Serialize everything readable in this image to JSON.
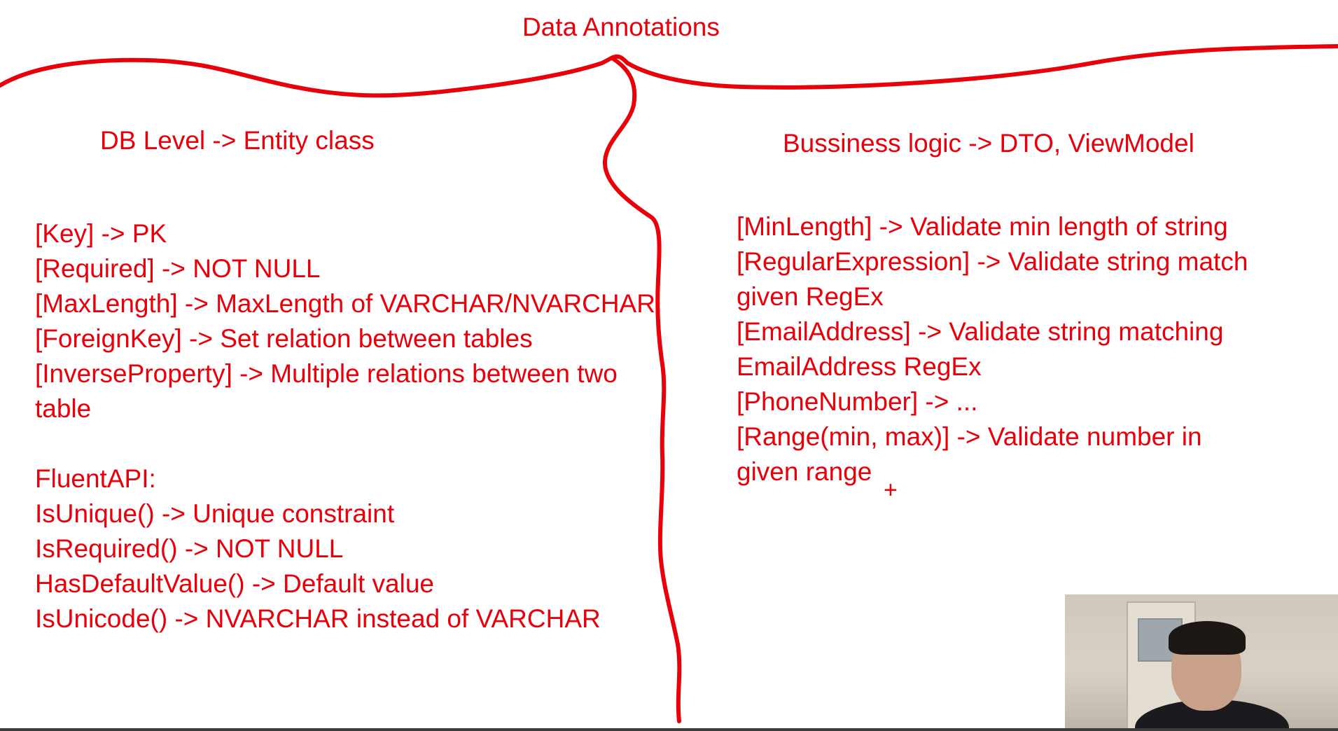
{
  "title": "Data Annotations",
  "left_heading": "DB Level -> Entity class",
  "right_heading": "Bussiness logic -> DTO, ViewModel",
  "left_lines": [
    "[Key] -> PK",
    "[Required] -> NOT NULL",
    "[MaxLength] -> MaxLength of VARCHAR/NVARCHAR",
    "[ForeignKey] -> Set relation between tables",
    "[InverseProperty] -> Multiple relations between two",
    "table"
  ],
  "fluent_heading": "FluentAPI:",
  "fluent_lines": [
    "IsUnique() -> Unique constraint",
    "IsRequired() -> NOT NULL",
    "HasDefaultValue() -> Default value",
    "IsUnicode() -> NVARCHAR instead of VARCHAR"
  ],
  "right_lines": [
    "[MinLength] -> Validate min length of string",
    "[RegularExpression] -> Validate string match",
    "given RegEx",
    "[EmailAddress] -> Validate string matching",
    "EmailAddress RegEx",
    "[PhoneNumber] -> ...",
    "[Range(min, max)] -> Validate number in",
    "given range"
  ],
  "cursor_glyph": "+",
  "colors": {
    "ink": "#e8000a",
    "background": "#ffffff"
  },
  "icons": {
    "cursor": "plus-cursor-icon"
  }
}
